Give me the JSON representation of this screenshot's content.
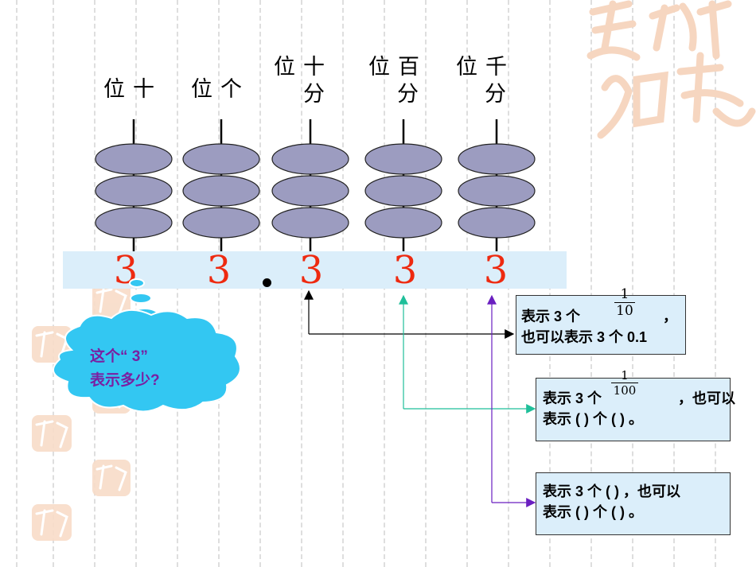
{
  "place_values": [
    {
      "line1": "位十",
      "line2": ""
    },
    {
      "line1": "位个",
      "line2": ""
    },
    {
      "line1": "位十",
      "line2": "分"
    },
    {
      "line1": "位百",
      "line2": "分"
    },
    {
      "line1": "位千",
      "line2": "分"
    }
  ],
  "digits": [
    "3",
    "3",
    "3",
    "3",
    "3"
  ],
  "question": {
    "line1": "这个“ 3”",
    "line2": "表示多少?"
  },
  "box1": {
    "line1_pre": "表示 3 个",
    "line1_post": "，",
    "line2": "也可以表示 3 个 0.1",
    "frac_num": "1",
    "frac_den": "10"
  },
  "box2": {
    "line1_pre": "表示 3 个",
    "line1_post": "，也可以",
    "line2": "表示 (    ) 个 (    ) 。",
    "frac_num": "1",
    "frac_den": "100"
  },
  "box3": {
    "line1": "表示 3 个 (     ) ，也可以",
    "line2": "表示 (     ) 个 (     ) 。"
  },
  "colors": {
    "bead": "#9c9cc0",
    "digit": "#ee2a10",
    "arrow1": "#000000",
    "arrow2": "#1fbf9a",
    "arrow3": "#6a1fc0",
    "cloud": "#33c7f2",
    "cloud_text": "#7a1fa2"
  }
}
